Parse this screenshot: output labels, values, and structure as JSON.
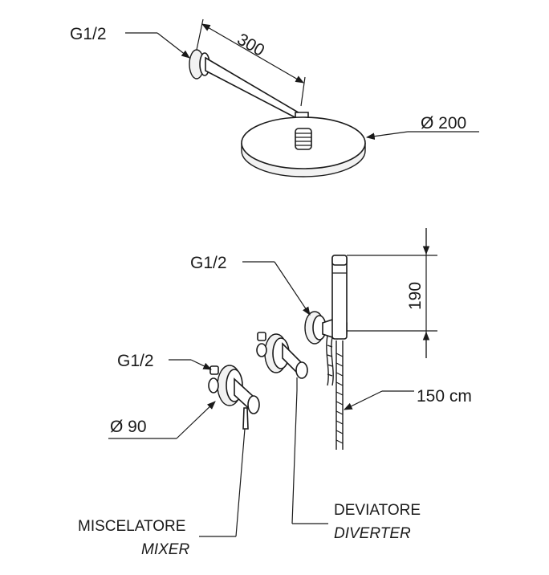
{
  "labels": {
    "thread_top": "G1/2",
    "arm_length": "300",
    "head_diameter": "Ø 200",
    "thread_holder": "G1/2",
    "holder_height": "190",
    "thread_mixer": "G1/2",
    "plate_diameter": "Ø 90",
    "hose_length": "150 cm",
    "diverter_it": "DEVIATORE",
    "diverter_en": "DIVERTER",
    "mixer_it": "MISCELATORE",
    "mixer_en": "MIXER"
  }
}
